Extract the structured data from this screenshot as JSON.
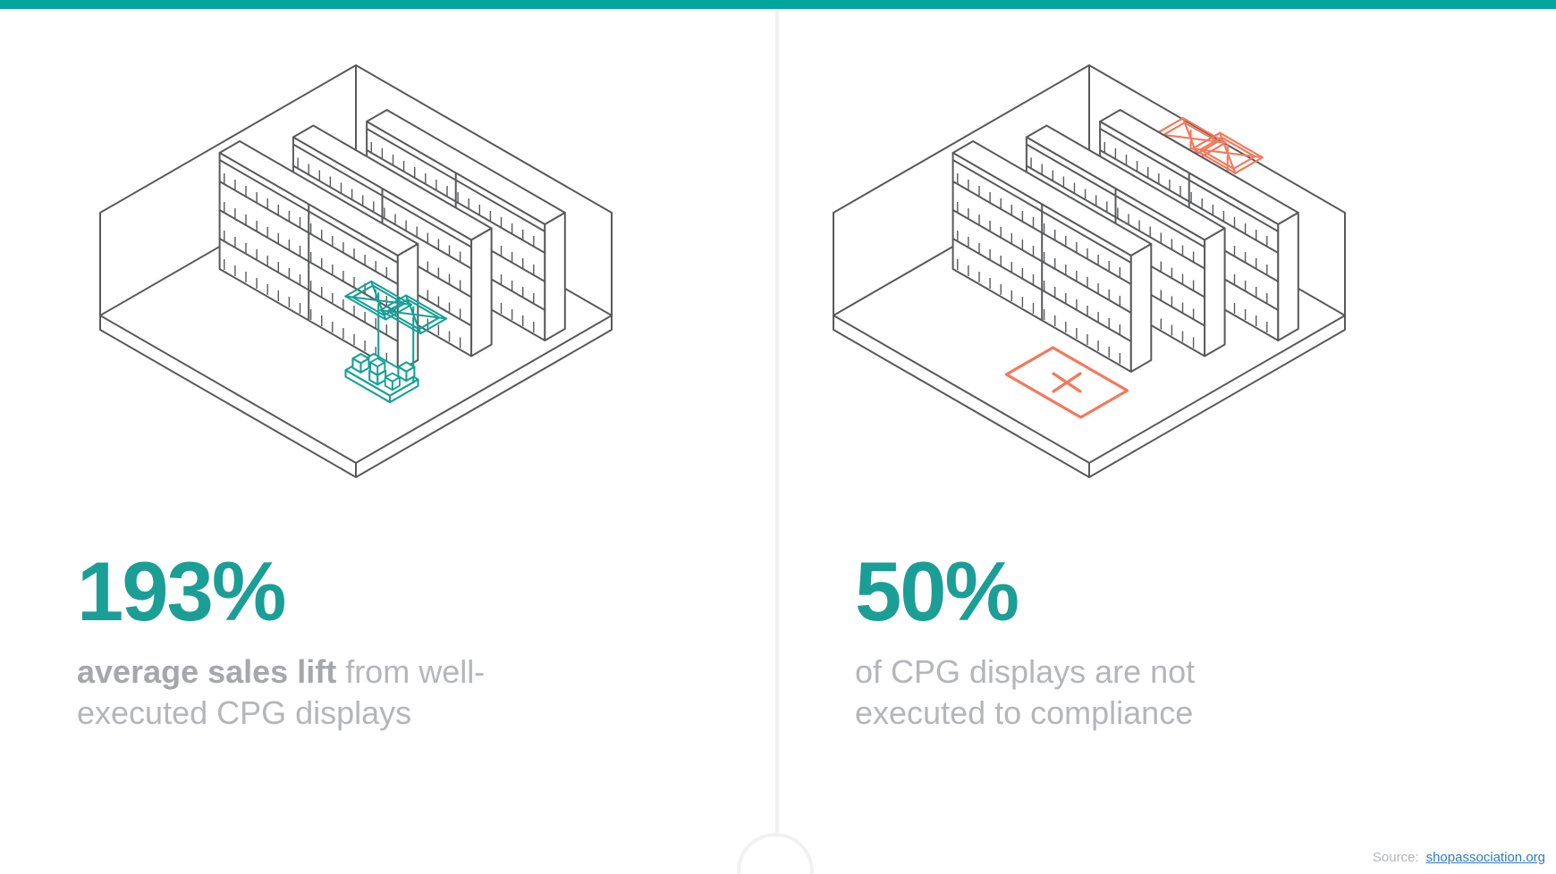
{
  "top_bar": {
    "color": "#00A49C"
  },
  "left_panel": {
    "stat": "193%",
    "desc": {
      "lines": [
        {
          "bold": "average sales lift",
          "rest": " from well-"
        },
        {
          "bold": "",
          "rest": "executed CPG displays"
        }
      ]
    },
    "illustration": "store-room-with-well-placed-display"
  },
  "right_panel": {
    "stat": "50%",
    "desc": {
      "lines": [
        {
          "bold": "",
          "rest": "of CPG displays are not"
        },
        {
          "bold": "",
          "rest": "executed to compliance"
        }
      ]
    },
    "illustration": "store-room-with-misplaced-display-and-x-marker"
  },
  "source": {
    "label": "Source:",
    "link": "shopassociation.org"
  },
  "colors": {
    "accent_teal": "#1B9E96",
    "accent_orange": "#F4795C",
    "outline_gray": "#58595B",
    "text_gray": "#B4B6B9",
    "link_blue": "#2F7AC0"
  },
  "icons": {
    "left": "compliant-display-stand-icon",
    "right": "misplaced-display-stand-icon",
    "marker": "x-floor-marker-icon"
  }
}
